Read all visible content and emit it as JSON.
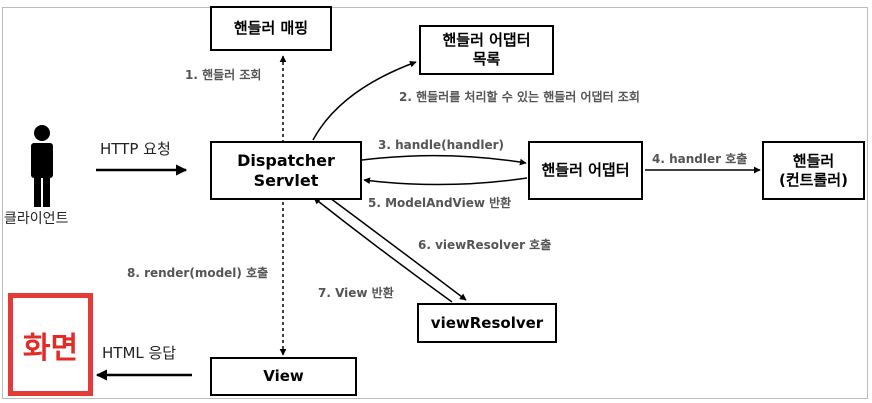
{
  "nodes": {
    "handler_mapping": "핸들러 매핑",
    "handler_adapter_list": "핸들러 어댑터\n목록",
    "dispatcher_servlet": "Dispatcher\nServlet",
    "handler_adapter": "핸들러 어댑터",
    "handler_controller": "핸들러\n(컨트롤러)",
    "view_resolver": "viewResolver",
    "view": "View"
  },
  "client": {
    "label": "클라이언트",
    "screen_label": "화면"
  },
  "edges": {
    "http_request": "HTTP 요청",
    "html_response": "HTML 응답",
    "step1": "1. 핸들러 조회",
    "step2": "2. 핸들러를 처리할 수 있는 핸들러 어댑터 조회",
    "step3": "3. handle(handler)",
    "step4": "4. handler 호출",
    "step5": "5. ModelAndView 반환",
    "step6": "6. viewResolver 호출",
    "step7": "7. View 반환",
    "step8": "8. render(model) 호출"
  },
  "colors": {
    "screen_border": "#e33b36",
    "screen_text": "#e32b26",
    "label_gray": "#555555"
  },
  "icons": {
    "client": "person-icon"
  }
}
